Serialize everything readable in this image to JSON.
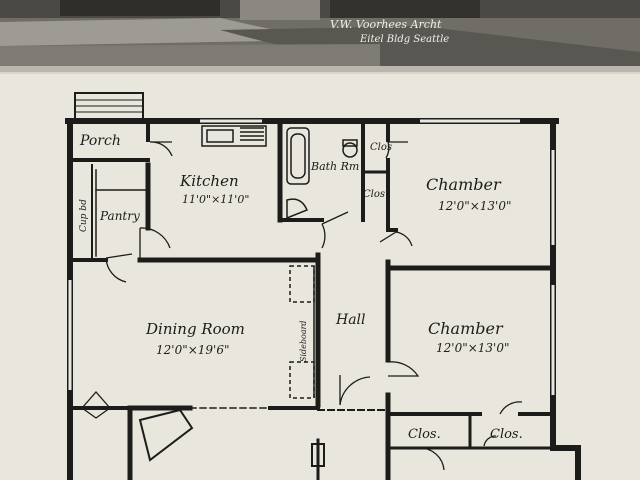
{
  "photo": {
    "credit_line1": "V.W. Voorhees Archt",
    "credit_line2": "Eitel Bldg Seattle"
  },
  "rooms": {
    "porch": {
      "name": "Porch"
    },
    "kitchen": {
      "name": "Kitchen",
      "size": "11'0\"×11'0\""
    },
    "pantry": {
      "name": "Pantry"
    },
    "cupboard": {
      "name": "Cup bd"
    },
    "bath": {
      "name": "Bath Rm"
    },
    "closet_bath": {
      "name": "Clos"
    },
    "closet_hall": {
      "name": "Clos"
    },
    "chamber_1": {
      "name": "Chamber",
      "size": "12'0\"×13'0\""
    },
    "dining": {
      "name": "Dining Room",
      "size": "12'0\"×19'6\""
    },
    "sideboard": {
      "name": "Sideboard"
    },
    "hall": {
      "name": "Hall"
    },
    "chamber_2": {
      "name": "Chamber",
      "size": "12'0\"×13'0\""
    },
    "closet_1": {
      "name": "Clos."
    },
    "closet_2": {
      "name": "Clos."
    }
  },
  "colors": {
    "paper": "#e9e6dd",
    "ink": "#1c1c1a",
    "photo_dark": "#3a3a36"
  }
}
